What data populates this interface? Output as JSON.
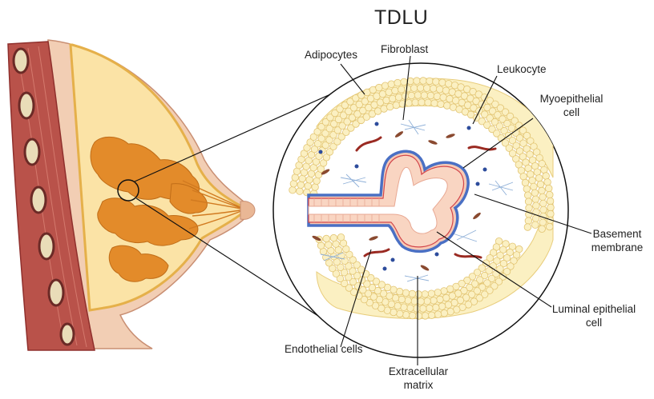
{
  "title": "TDLU",
  "labels": {
    "adipocytes": "Adipocytes",
    "fibroblast": "Fibroblast",
    "leukocyte": "Leukocyte",
    "myoepithelial_1": "Myoepithelial",
    "myoepithelial_2": "cell",
    "basement_1": "Basement",
    "basement_2": "membrane",
    "luminal_1": "Luminal epithelial",
    "luminal_2": "cell",
    "endothelial": "Endothelial cells",
    "ecm_1": "Extracellular",
    "ecm_2": "matrix"
  },
  "colors": {
    "skin": "#f2ceb4",
    "muscle": "#a6403c",
    "fat": "#fbe3a6",
    "fat_outline": "#e5b04a",
    "gland": "#e38b2a",
    "duct_cells": "#f9d5c2",
    "basement": "#4a70c4",
    "myoepithelial": "#d2454a",
    "vessel": "#9a2a22",
    "leukocyte": "#2d4c9c",
    "ecm": "#8fb0d8"
  }
}
